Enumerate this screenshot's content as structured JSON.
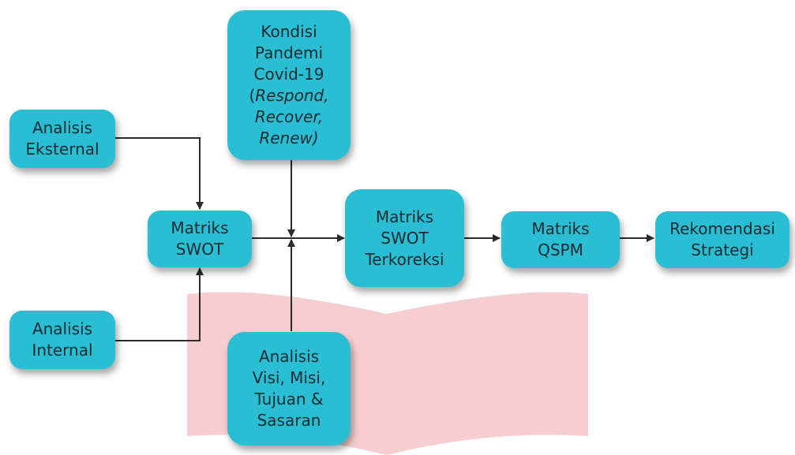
{
  "diagram": {
    "colors": {
      "box_fill": "#29bed4",
      "text": "#1f2a2e",
      "arrow": "#2b2b2b",
      "watermark": "#f6c6c8"
    },
    "nodes": {
      "analisis_eksternal": {
        "lines": [
          "Analisis",
          "Eksternal"
        ]
      },
      "analisis_internal": {
        "lines": [
          "Analisis",
          "Internal"
        ]
      },
      "matriks_swot": {
        "lines": [
          "Matriks",
          "SWOT"
        ]
      },
      "kondisi_pandemi": {
        "line1": "Kondisi",
        "line2": "Pandemi",
        "line3": "Covid-19",
        "line4_paren": "(",
        "line4_italic": "Respond,",
        "line5": "Recover,",
        "line6_italic": "Renew",
        "line6_paren": ")"
      },
      "analisis_visi": {
        "lines": [
          "Analisis",
          "Visi, Misi,",
          "Tujuan &",
          "Sasaran"
        ]
      },
      "matriks_swot_terkoreksi": {
        "lines": [
          "Matriks",
          "SWOT",
          "Terkoreksi"
        ]
      },
      "matriks_qspm": {
        "lines": [
          "Matriks",
          "QSPM"
        ]
      },
      "rekomendasi_strategi": {
        "lines": [
          "Rekomendasi",
          "Strategi"
        ]
      }
    }
  }
}
